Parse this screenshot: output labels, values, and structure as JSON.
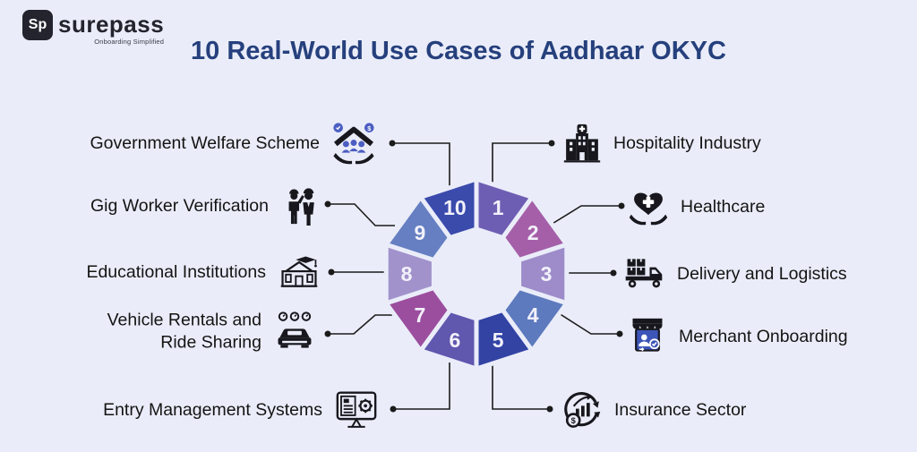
{
  "logo": {
    "mark": "Sp",
    "name": "surepass",
    "tagline": "Onboarding Simplified"
  },
  "title": "10 Real-World Use Cases of Aadhaar OKYC",
  "glyphs": {
    "dollar": "$"
  },
  "colors": {
    "background": "#eaedf9",
    "title": "#26407d",
    "connector": "#1b1b1b",
    "number_text": "#f2f1fa",
    "icon_dark": "#17171d",
    "icon_accent": "#4c5ec2"
  },
  "chart_data": {
    "type": "donut",
    "title": "10 Real-World Use Cases of Aadhaar OKYC",
    "legend_position": "sides",
    "segments": [
      {
        "number": "1",
        "label": "Hospitality Industry",
        "color": "#6e5eb3",
        "side": "right",
        "icon": "hotel-icon"
      },
      {
        "number": "2",
        "label": "Healthcare",
        "color": "#a55fa9",
        "side": "right",
        "icon": "heart-hands-icon"
      },
      {
        "number": "3",
        "label": "Delivery and Logistics",
        "color": "#9d8cc9",
        "side": "right",
        "icon": "delivery-truck-icon"
      },
      {
        "number": "4",
        "label": "Merchant Onboarding",
        "color": "#5d7abe",
        "side": "right",
        "icon": "storefront-icon"
      },
      {
        "number": "5",
        "label": "Insurance Sector",
        "color": "#3243a4",
        "side": "right",
        "icon": "insurance-growth-icon"
      },
      {
        "number": "6",
        "label": "Entry Management Systems",
        "color": "#6057af",
        "side": "left",
        "icon": "entry-system-monitor-icon"
      },
      {
        "number": "7",
        "label": "Vehicle Rentals and Ride Sharing",
        "color": "#9c4e9e",
        "side": "left",
        "icon": "car-rental-icon"
      },
      {
        "number": "8",
        "label": "Educational Institutions",
        "color": "#a192cc",
        "side": "left",
        "icon": "school-building-icon"
      },
      {
        "number": "9",
        "label": "Gig Worker Verification",
        "color": "#657fc2",
        "side": "left",
        "icon": "gig-workers-icon"
      },
      {
        "number": "10",
        "label": "Government Welfare Scheme",
        "color": "#3a4bac",
        "side": "left",
        "icon": "welfare-hands-icon"
      }
    ]
  }
}
